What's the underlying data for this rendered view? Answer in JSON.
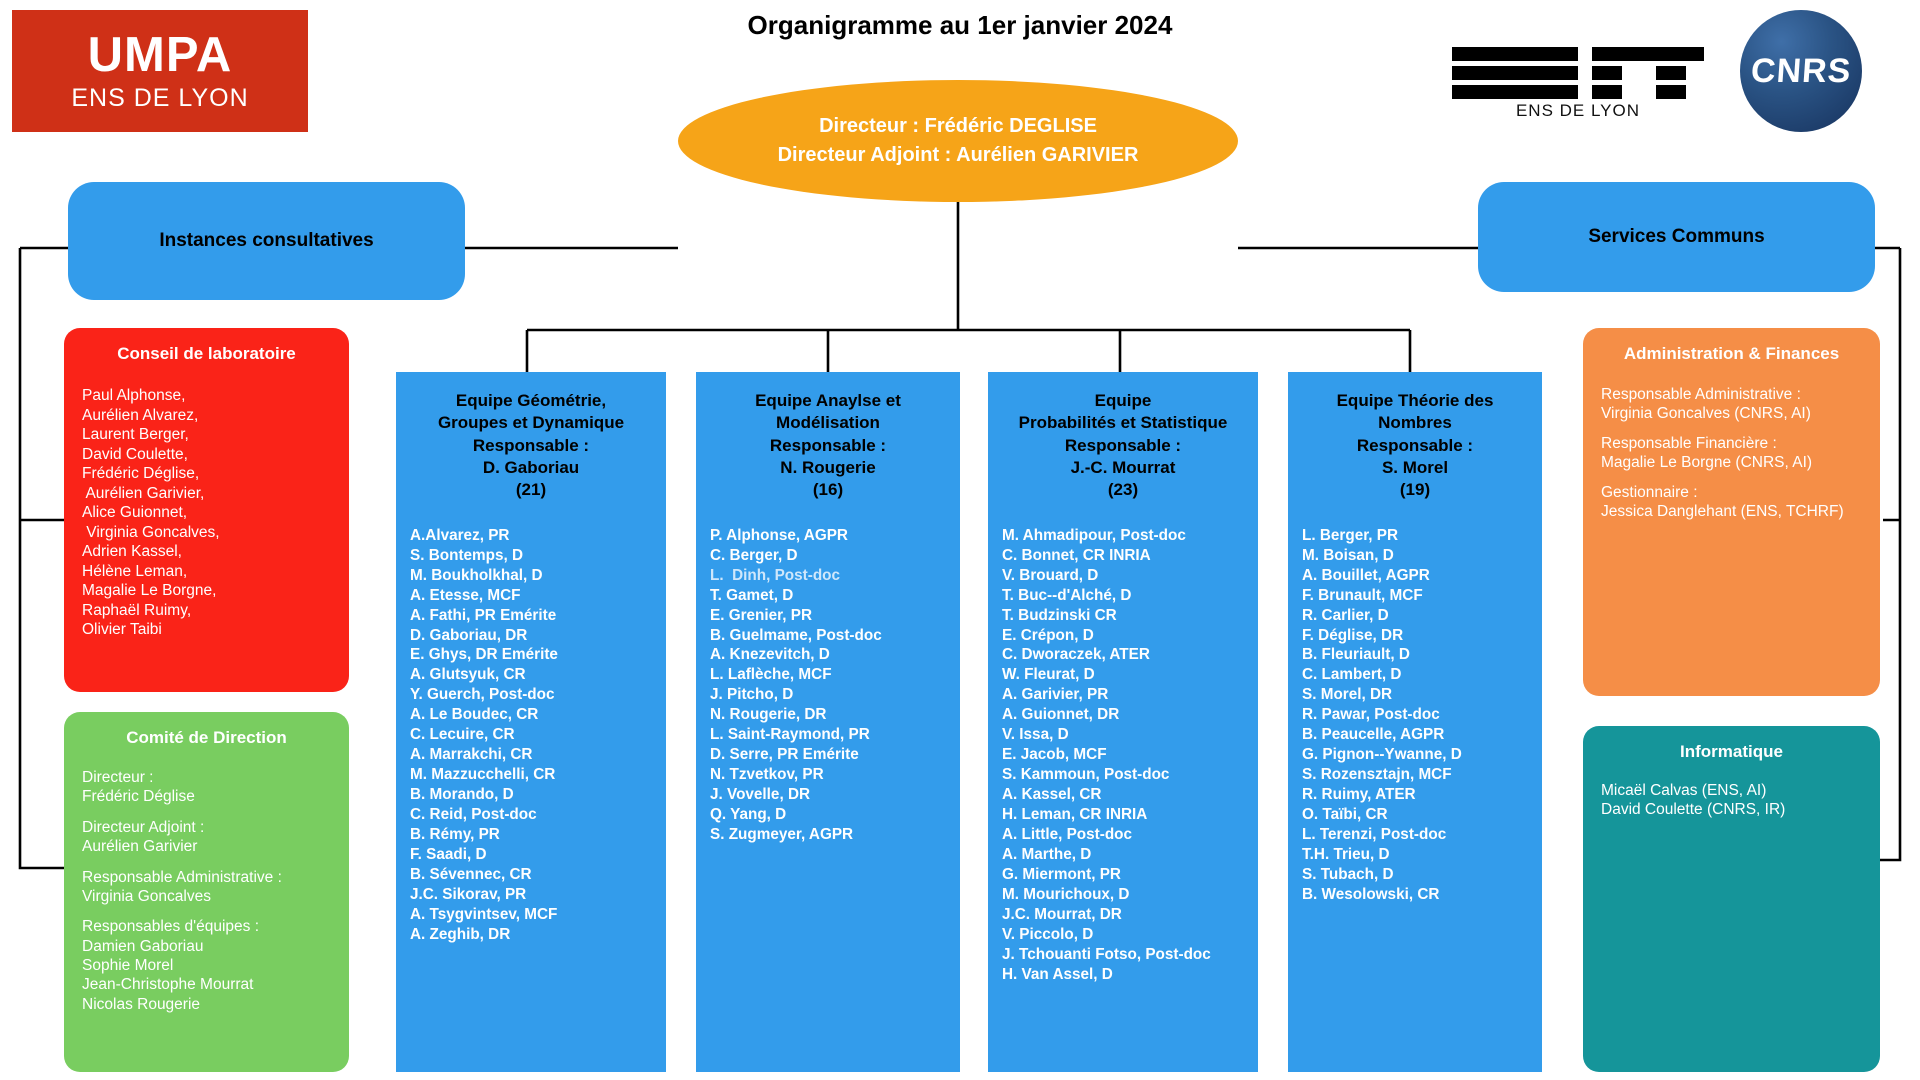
{
  "header": {
    "title": "Organigramme au 1er janvier 2024",
    "umpa_logo": {
      "word": "UMPA",
      "subtitle": "ENS DE LYON"
    },
    "ens_logo": {
      "caption": "ENS DE LYON"
    },
    "cnrs_logo": {
      "text": "CNRS"
    }
  },
  "colors": {
    "umpa_red": "#cf3017",
    "director_orange": "#f6a418",
    "node_blue": "#339ceb",
    "conseil_red": "#fa2318",
    "comite_green": "#79cd60",
    "admin_orange": "#f58e47",
    "info_teal": "#15959a"
  },
  "director": {
    "line1": "Directeur : Frédéric DEGLISE",
    "line2": "Directeur Adjoint : Aurélien GARIVIER"
  },
  "pills": {
    "instances": "Instances consultatives",
    "services": "Services Communs"
  },
  "conseil": {
    "title": "Conseil de laboratoire",
    "members": [
      "Paul Alphonse,",
      "Aurélien Alvarez,",
      "Laurent Berger,",
      "David Coulette,",
      "Frédéric Déglise,",
      " Aurélien Garivier,",
      "Alice Guionnet,",
      " Virginia Goncalves,",
      "Adrien Kassel,",
      "Hélène Leman,",
      "Magalie Le Borgne,",
      "Raphaël Ruimy,",
      "Olivier Taibi"
    ]
  },
  "comite": {
    "title": "Comité de Direction",
    "blocks": [
      [
        "Directeur :",
        "Frédéric Déglise"
      ],
      [
        "Directeur Adjoint :",
        "Aurélien Garivier"
      ],
      [
        "Responsable Administrative :",
        "Virginia Goncalves"
      ],
      [
        "Responsables d'équipes :",
        "Damien Gaboriau",
        "Sophie Morel",
        "Jean-Christophe Mourrat",
        "Nicolas Rougerie"
      ]
    ]
  },
  "administration": {
    "title": "Administration & Finances",
    "blocks": [
      [
        "Responsable Administrative :",
        "Virginia Goncalves (CNRS, AI)"
      ],
      [
        "Responsable Financière :",
        "Magalie Le Borgne (CNRS, AI)"
      ],
      [
        "Gestionnaire :",
        "Jessica Danglehant (ENS, TCHRF)"
      ]
    ]
  },
  "informatique": {
    "title": "Informatique",
    "blocks": [
      [
        "Micaël Calvas (ENS, AI)",
        "David Coulette (CNRS, IR)"
      ]
    ]
  },
  "teams": [
    {
      "name": "geometrie",
      "head_lines": [
        "Equipe Géométrie,",
        "Groupes et Dynamique",
        "Responsable :",
        "D. Gaboriau"
      ],
      "count": "(21)",
      "members": [
        {
          "text": "A.Alvarez, PR",
          "dim": false
        },
        {
          "text": "S. Bontemps, D",
          "dim": false
        },
        {
          "text": "M. Boukholkhal, D",
          "dim": false
        },
        {
          "text": "A. Etesse, MCF",
          "dim": false
        },
        {
          "text": "A. Fathi, PR Emérite",
          "dim": false
        },
        {
          "text": "D. Gaboriau, DR",
          "dim": false
        },
        {
          "text": "E. Ghys, DR Emérite",
          "dim": false
        },
        {
          "text": "A. Glutsyuk, CR",
          "dim": false
        },
        {
          "text": "Y. Guerch, Post-doc",
          "dim": false
        },
        {
          "text": "A. Le Boudec, CR",
          "dim": false
        },
        {
          "text": "C. Lecuire, CR",
          "dim": false
        },
        {
          "text": "A. Marrakchi, CR",
          "dim": false
        },
        {
          "text": "M. Mazzucchelli, CR",
          "dim": false
        },
        {
          "text": "B. Morando, D",
          "dim": false
        },
        {
          "text": "C. Reid, Post-doc",
          "dim": false
        },
        {
          "text": "B. Rémy, PR",
          "dim": false
        },
        {
          "text": "F. Saadi, D",
          "dim": false
        },
        {
          "text": "B. Sévennec, CR",
          "dim": false
        },
        {
          "text": "J.C. Sikorav, PR",
          "dim": false
        },
        {
          "text": "A. Tsygvintsev, MCF",
          "dim": false
        },
        {
          "text": "A. Zeghib, DR",
          "dim": false
        }
      ]
    },
    {
      "name": "analyse",
      "head_lines": [
        "Equipe Anaylse et",
        "Modélisation",
        "Responsable :",
        "N. Rougerie"
      ],
      "count": "(16)",
      "members": [
        {
          "text": "P. Alphonse, AGPR",
          "dim": false
        },
        {
          "text": "C. Berger, D",
          "dim": false
        },
        {
          "text": "L.  Dinh, Post-doc",
          "dim": true
        },
        {
          "text": "T. Gamet, D",
          "dim": false
        },
        {
          "text": "E. Grenier, PR",
          "dim": false
        },
        {
          "text": "B. Guelmame, Post-doc",
          "dim": false
        },
        {
          "text": "A. Knezevitch, D",
          "dim": false
        },
        {
          "text": "L. Laflèche, MCF",
          "dim": false
        },
        {
          "text": "J. Pitcho, D",
          "dim": false
        },
        {
          "text": "N. Rougerie, DR",
          "dim": false
        },
        {
          "text": "L. Saint-Raymond, PR",
          "dim": false
        },
        {
          "text": "D. Serre, PR Emérite",
          "dim": false
        },
        {
          "text": "N. Tzvetkov, PR",
          "dim": false
        },
        {
          "text": "J. Vovelle, DR",
          "dim": false
        },
        {
          "text": "Q. Yang, D",
          "dim": false
        },
        {
          "text": "S. Zugmeyer, AGPR",
          "dim": false
        }
      ]
    },
    {
      "name": "probabilites",
      "head_lines": [
        "Equipe",
        "Probabilités et Statistique",
        "Responsable :",
        "J.-C. Mourrat"
      ],
      "count": "(23)",
      "members": [
        {
          "text": "M. Ahmadipour, Post-doc",
          "dim": false
        },
        {
          "text": "C. Bonnet, CR INRIA",
          "dim": false
        },
        {
          "text": "V. Brouard, D",
          "dim": false
        },
        {
          "text": "T. Buc--d'Alché, D",
          "dim": false
        },
        {
          "text": "T. Budzinski CR",
          "dim": false
        },
        {
          "text": "E. Crépon, D",
          "dim": false
        },
        {
          "text": "C. Dworaczek, ATER",
          "dim": false
        },
        {
          "text": "W. Fleurat, D",
          "dim": false
        },
        {
          "text": "A. Garivier, PR",
          "dim": false
        },
        {
          "text": "A. Guionnet, DR",
          "dim": false
        },
        {
          "text": "V. Issa, D",
          "dim": false
        },
        {
          "text": "E. Jacob, MCF",
          "dim": false
        },
        {
          "text": "S. Kammoun, Post-doc",
          "dim": false
        },
        {
          "text": "A. Kassel, CR",
          "dim": false
        },
        {
          "text": "H. Leman, CR INRIA",
          "dim": false
        },
        {
          "text": "A. Little, Post-doc",
          "dim": false
        },
        {
          "text": "A. Marthe, D",
          "dim": false
        },
        {
          "text": "G. Miermont, PR",
          "dim": false
        },
        {
          "text": "M. Mourichoux, D",
          "dim": false
        },
        {
          "text": "J.C. Mourrat, DR",
          "dim": false
        },
        {
          "text": "V. Piccolo, D",
          "dim": false
        },
        {
          "text": "J. Tchouanti Fotso, Post-doc",
          "dim": false
        },
        {
          "text": "H. Van Assel, D",
          "dim": false
        }
      ]
    },
    {
      "name": "theorie-des-nombres",
      "head_lines": [
        "Equipe Théorie des",
        "Nombres",
        "Responsable :",
        "S. Morel"
      ],
      "count": "(19)",
      "members": [
        {
          "text": "L. Berger, PR",
          "dim": false
        },
        {
          "text": "M. Boisan, D",
          "dim": false
        },
        {
          "text": "A. Bouillet, AGPR",
          "dim": false
        },
        {
          "text": "F. Brunault, MCF",
          "dim": false
        },
        {
          "text": "R. Carlier, D",
          "dim": false
        },
        {
          "text": "F. Déglise, DR",
          "dim": false
        },
        {
          "text": "B. Fleuriault, D",
          "dim": false
        },
        {
          "text": "C. Lambert, D",
          "dim": false
        },
        {
          "text": "S. Morel, DR",
          "dim": false
        },
        {
          "text": "R. Pawar, Post-doc",
          "dim": false
        },
        {
          "text": "B. Peaucelle, AGPR",
          "dim": false
        },
        {
          "text": "G. Pignon--Ywanne, D",
          "dim": false
        },
        {
          "text": "S. Rozensztajn, MCF",
          "dim": false
        },
        {
          "text": "R. Ruimy, ATER",
          "dim": false
        },
        {
          "text": "O. Taïbi, CR",
          "dim": false
        },
        {
          "text": "L. Terenzi, Post-doc",
          "dim": false
        },
        {
          "text": "T.H. Trieu, D",
          "dim": false
        },
        {
          "text": "S. Tubach, D",
          "dim": false
        },
        {
          "text": "B. Wesolowski, CR",
          "dim": false
        }
      ]
    }
  ]
}
